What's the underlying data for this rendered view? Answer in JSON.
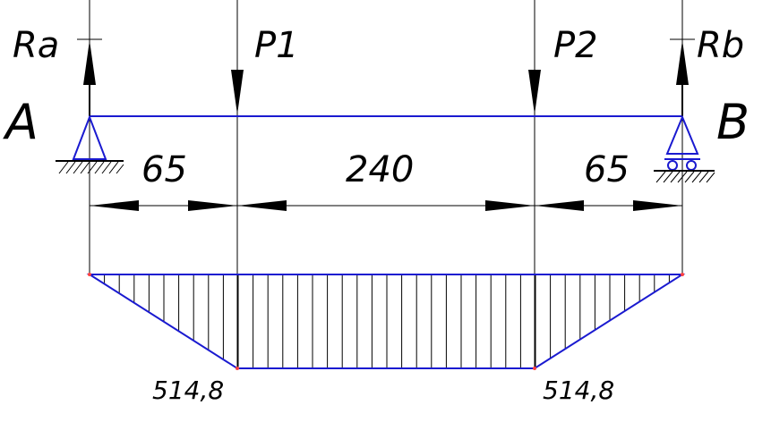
{
  "labels": {
    "support_a": "A",
    "support_b": "B",
    "reaction_a": "Ra",
    "reaction_b": "Rb",
    "load_1": "P1",
    "load_2": "P2"
  },
  "dimensions": [
    "65",
    "240",
    "65"
  ],
  "moment_values": [
    "514,8",
    "514,8"
  ],
  "colors": {
    "beam": "#1a1ad0",
    "lines": "#000000",
    "node": "#ff4040"
  }
}
